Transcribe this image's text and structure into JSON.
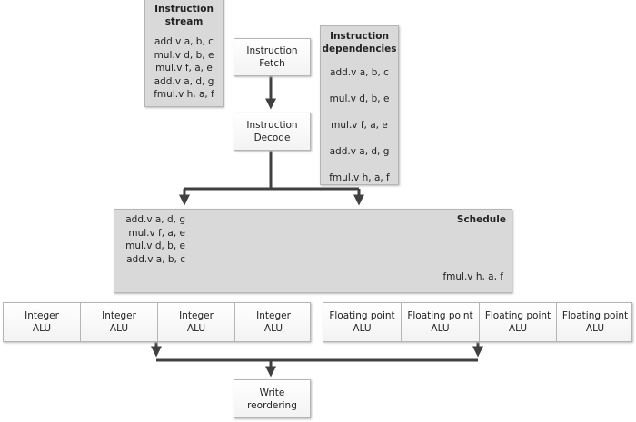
{
  "stream": {
    "title": "Instruction stream",
    "items": [
      "add.v a, b, c",
      "mul.v d, b, e",
      "mul.v f, a, e",
      "add.v a, d, g",
      "fmul.v h, a, f"
    ]
  },
  "fetch": "Instruction Fetch",
  "decode": "Instruction Decode",
  "deps": {
    "title": "Instruction dependencies",
    "items": [
      "add.v a, b, c",
      "mul.v d, b, e",
      "mul.v f, a, e",
      "add.v a, d, g",
      "fmul.v h, a, f"
    ]
  },
  "schedule": {
    "title": "Schedule",
    "items": [
      "add.v a, d, g",
      "mul.v f, a, e",
      "mul.v d, b, e",
      "add.v a, b, c"
    ],
    "pending": "fmul.v h, a, f"
  },
  "int_alus": [
    "Integer ALU",
    "Integer ALU",
    "Integer ALU",
    "Integer ALU"
  ],
  "fp_alus": [
    "Floating point ALU",
    "Floating point ALU",
    "Floating point ALU",
    "Floating point ALU"
  ],
  "write": "Write reordering",
  "colors": {
    "box_gray": "#d9d9d9",
    "arrow": "#404040"
  }
}
